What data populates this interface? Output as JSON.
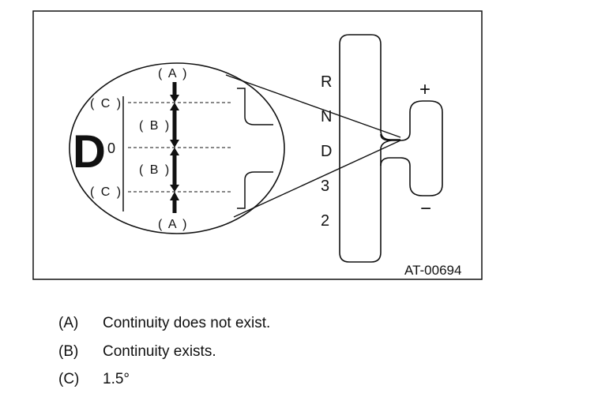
{
  "figure_id": "AT-00694",
  "zoom": {
    "big_letter": "D",
    "center_mark": "0",
    "label_a": "( A )",
    "label_b": "( B )",
    "label_c": "( C )"
  },
  "shifter": {
    "gears": [
      "R",
      "N",
      "D",
      "3",
      "2"
    ],
    "plus": "+",
    "minus": "−"
  },
  "legend": [
    {
      "key": "(A)",
      "text": "Continuity does not exist."
    },
    {
      "key": "(B)",
      "text": "Continuity exists."
    },
    {
      "key": "(C)",
      "text": "1.5°"
    }
  ]
}
